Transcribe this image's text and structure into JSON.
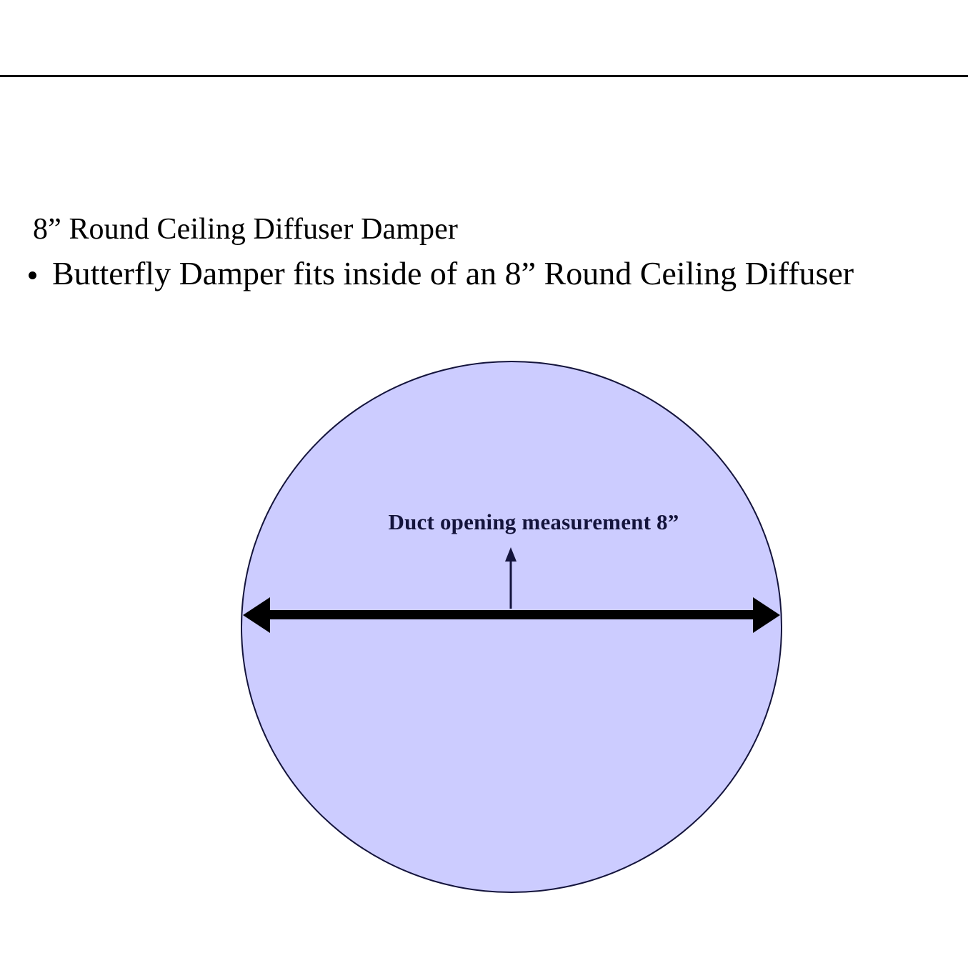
{
  "slide": {
    "background_color": "#ffffff",
    "rule_color": "#000000",
    "title": "8” Round Ceiling Diffuser Damper",
    "bullet_marker": "•",
    "bullet_text": "Butterfly Damper fits inside of an 8” Round Ceiling Diffuser"
  },
  "diagram": {
    "name": "round-duct-opening-diagram",
    "circle_fill": "#ccccff",
    "circle_stroke": "#14143c",
    "arrow_color": "#000000",
    "pointer_color": "#14143c",
    "duct_label": "Duct opening measurement 8”",
    "measurement_value": "8”",
    "icons": {
      "dimension_arrow": "double-headed-horizontal-arrow",
      "pointer_arrow": "up-arrow"
    }
  }
}
